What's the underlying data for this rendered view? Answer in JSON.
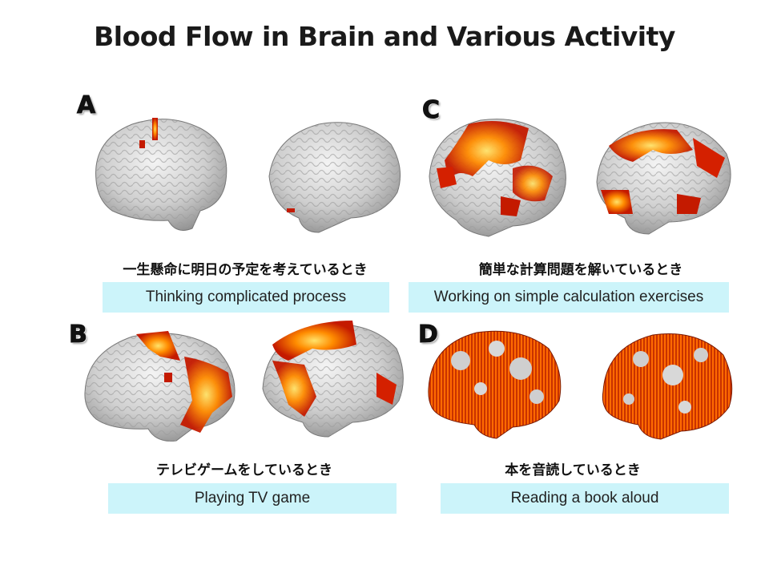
{
  "title": "Blood Flow in Brain and Various Activity",
  "colors": {
    "caption_bg": "#ccf4fa",
    "brain_gray": "#d4d4d4",
    "activation_red": "#d42000",
    "activation_orange": "#ff8a00",
    "activation_yellow": "#ffd23c"
  },
  "panels": [
    {
      "letter": "A",
      "jp": "一生懸命に明日の予定を考えているとき",
      "en": "Thinking complicated process",
      "activation": "low"
    },
    {
      "letter": "C",
      "jp": "簡単な計算問題を解いているとき",
      "en": "Working on simple calculation exercises",
      "activation": "high"
    },
    {
      "letter": "B",
      "jp": "テレビゲームをしているとき",
      "en": "Playing TV game",
      "activation": "medium"
    },
    {
      "letter": "D",
      "jp": "本を音読しているとき",
      "en": "Reading a book aloud",
      "activation": "very-high"
    }
  ]
}
